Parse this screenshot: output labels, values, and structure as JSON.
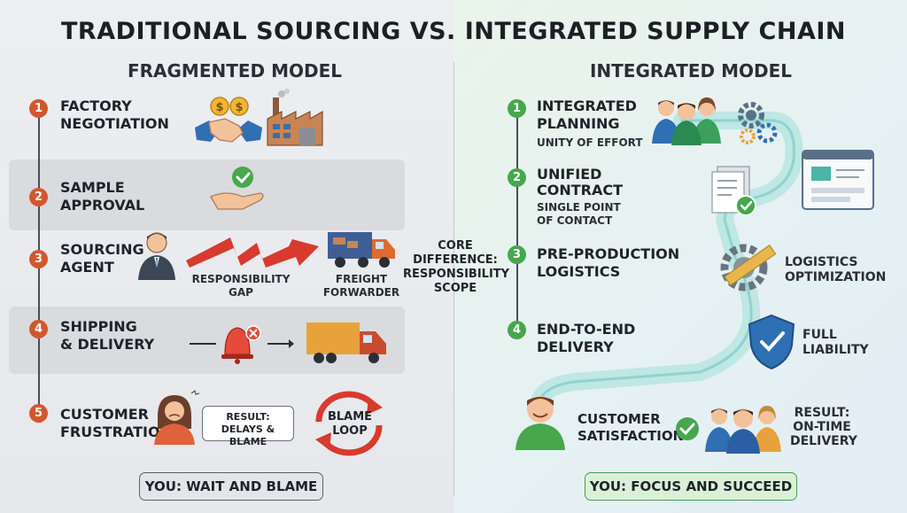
{
  "title": "TRADITIONAL SOURCING VS. INTEGRATED SUPPLY CHAIN",
  "left": {
    "heading": "FRAGMENTED MODEL",
    "steps": [
      {
        "num": "1",
        "label1": "FACTORY",
        "label2": "NEGOTIATION"
      },
      {
        "num": "2",
        "label1": "SAMPLE",
        "label2": "APPROVAL"
      },
      {
        "num": "3",
        "label1": "SOURCING",
        "label2": "AGENT"
      },
      {
        "num": "4",
        "label1": "SHIPPING",
        "label2": "& DELIVERY"
      },
      {
        "num": "5",
        "label1": "CUSTOMER",
        "label2": "FRUSTRATION"
      }
    ],
    "gap_label1": "RESPONSIBILITY",
    "gap_label2": "GAP",
    "freight_label1": "FREIGHT",
    "freight_label2": "FORWARDER",
    "result_label1": "RESULT:",
    "result_label2": "DELAYS & BLAME",
    "loop_label1": "BLAME",
    "loop_label2": "LOOP",
    "footer": "YOU: WAIT AND BLAME"
  },
  "center": {
    "line1": "CORE",
    "line2": "DIFFERENCE:",
    "line3": "RESPONSIBILITY",
    "line4": "SCOPE"
  },
  "right": {
    "heading": "INTEGRATED MODEL",
    "steps": [
      {
        "num": "1",
        "label1": "INTEGRATED",
        "label2": "PLANNING",
        "sub1": "UNITY OF EFFORT",
        "sub2": ""
      },
      {
        "num": "2",
        "label1": "UNIFIED",
        "label2": "CONTRACT",
        "sub1": "SINGLE POINT",
        "sub2": "OF CONTACT"
      },
      {
        "num": "3",
        "label1": "PRE-PRODUCTION",
        "label2": "LOGISTICS",
        "sub1": "",
        "sub2": ""
      },
      {
        "num": "4",
        "label1": "END-TO-END",
        "label2": "DELIVERY",
        "sub1": "",
        "sub2": ""
      }
    ],
    "logistics_label1": "LOGISTICS",
    "logistics_label2": "OPTIMIZATION",
    "liability_label1": "FULL",
    "liability_label2": "LIABILITY",
    "customer_label1": "CUSTOMER",
    "customer_label2": "SATISFACTION",
    "result_label1": "RESULT:",
    "result_label2": "ON-TIME",
    "result_label3": "DELIVERY",
    "footer": "YOU: FOCUS AND SUCCEED"
  },
  "colors": {
    "red_accent": "#d2572e",
    "green_accent": "#46a74d",
    "blue_accent": "#2f6fb3",
    "teal_path": "#8fd3d1"
  },
  "icons": [
    "handshake-icon",
    "coins-icon",
    "factory-icon",
    "check-hand-icon",
    "agent-icon",
    "broken-arrow-icon",
    "truck-icon",
    "alarm-icon",
    "truck-icon",
    "frustrated-customer-icon",
    "blame-loop-icon",
    "team-icon",
    "gears-icon",
    "document-icon",
    "browser-window-icon",
    "gear-ruler-icon",
    "shield-check-icon",
    "happy-customer-icon",
    "check-icon",
    "team-icon"
  ]
}
